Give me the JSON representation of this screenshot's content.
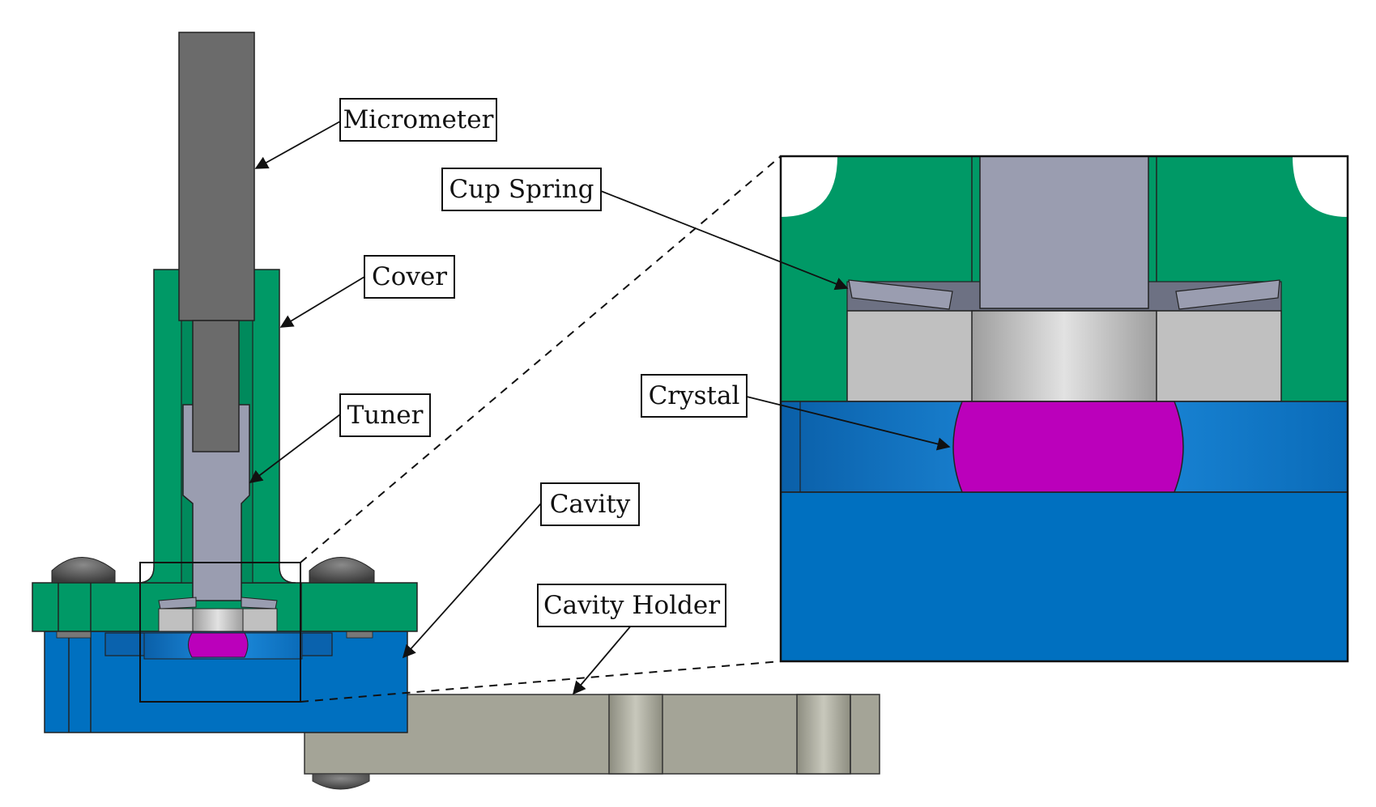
{
  "labels": {
    "micrometer": "Micrometer",
    "cover": "Cover",
    "tuner": "Tuner",
    "cavity": "Cavity",
    "cavity_holder": "Cavity Holder",
    "cup_spring": "Cup Spring",
    "crystal": "Crystal"
  },
  "colors": {
    "micrometer": "#6b6b6b",
    "cover": "#009966",
    "tuner": "#9a9db0",
    "cavity": "#0070c0",
    "cavity_light": "#1e8fe0",
    "crystal": "#bb00bb",
    "spacer": "#c0c0c0",
    "cavity_holder": "#a4a497",
    "screw": "#555555"
  }
}
